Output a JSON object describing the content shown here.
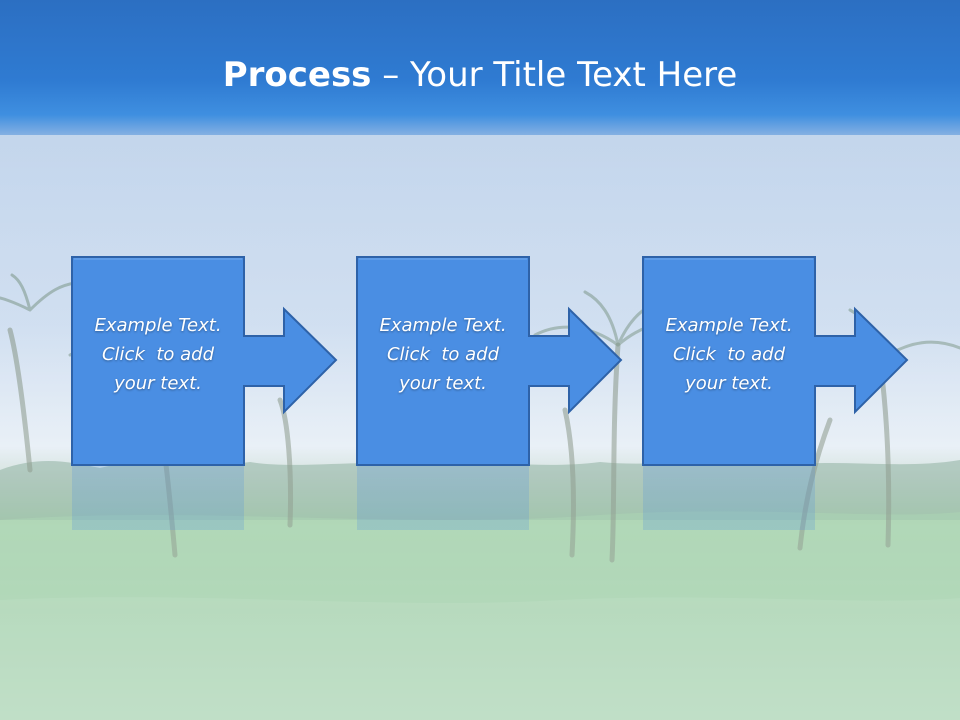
{
  "slide": {
    "title_strong": "Process",
    "title_rest": " – Your Title Text Here"
  },
  "steps": [
    {
      "line1": "Example Text.",
      "line2": "Click  to add",
      "line3": "your text."
    },
    {
      "line1": "Example Text.",
      "line2": "Click  to add",
      "line3": "your text."
    },
    {
      "line1": "Example Text.",
      "line2": "Click  to add",
      "line3": "your text."
    }
  ],
  "colors": {
    "title_band": "#2f7bd2",
    "box_fill": "#4a8ee3",
    "box_stroke": "#2e62a8",
    "sky": "#c7d9ef",
    "grass": "#8ec79a"
  }
}
